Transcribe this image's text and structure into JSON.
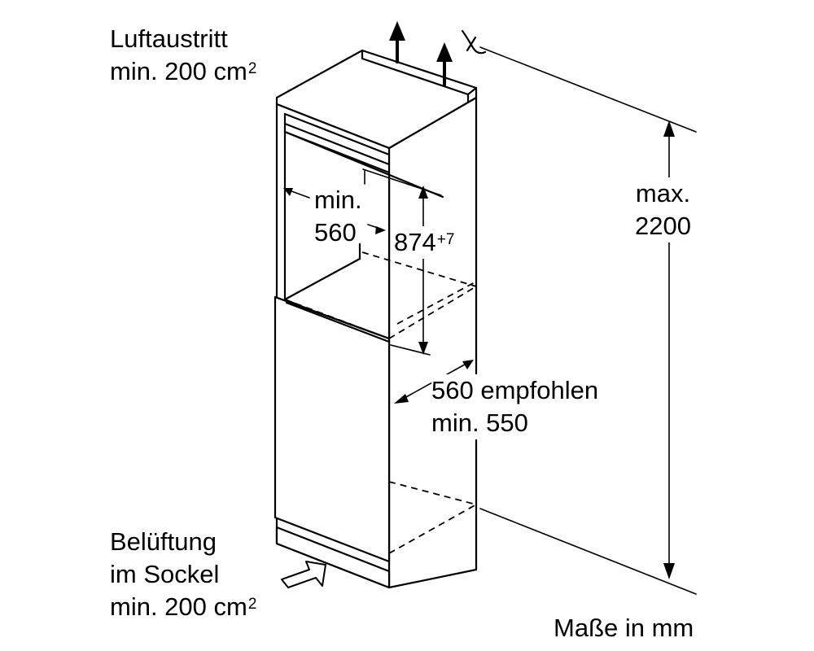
{
  "labels": {
    "air_outlet": {
      "line1": "Luftaustritt",
      "line2": "min. 200 cm",
      "sup": "2"
    },
    "ventilation": {
      "line1": "Belüftung",
      "line2": "im Sockel",
      "line3": "min. 200 cm",
      "sup": "2"
    },
    "niche_width_min": {
      "line1": "min.",
      "line2": "560"
    },
    "appliance_height": {
      "value": "874",
      "sup": "+7"
    },
    "niche_depth": {
      "line1": "560 empfohlen",
      "line2": "min. 550"
    },
    "max_height": {
      "line1": "max.",
      "line2": "2200"
    },
    "units": "Maße in mm"
  },
  "icons": [
    "air-outlet-arrow-icon",
    "air-inlet-arrow-icon",
    "cut-mark-icon"
  ]
}
